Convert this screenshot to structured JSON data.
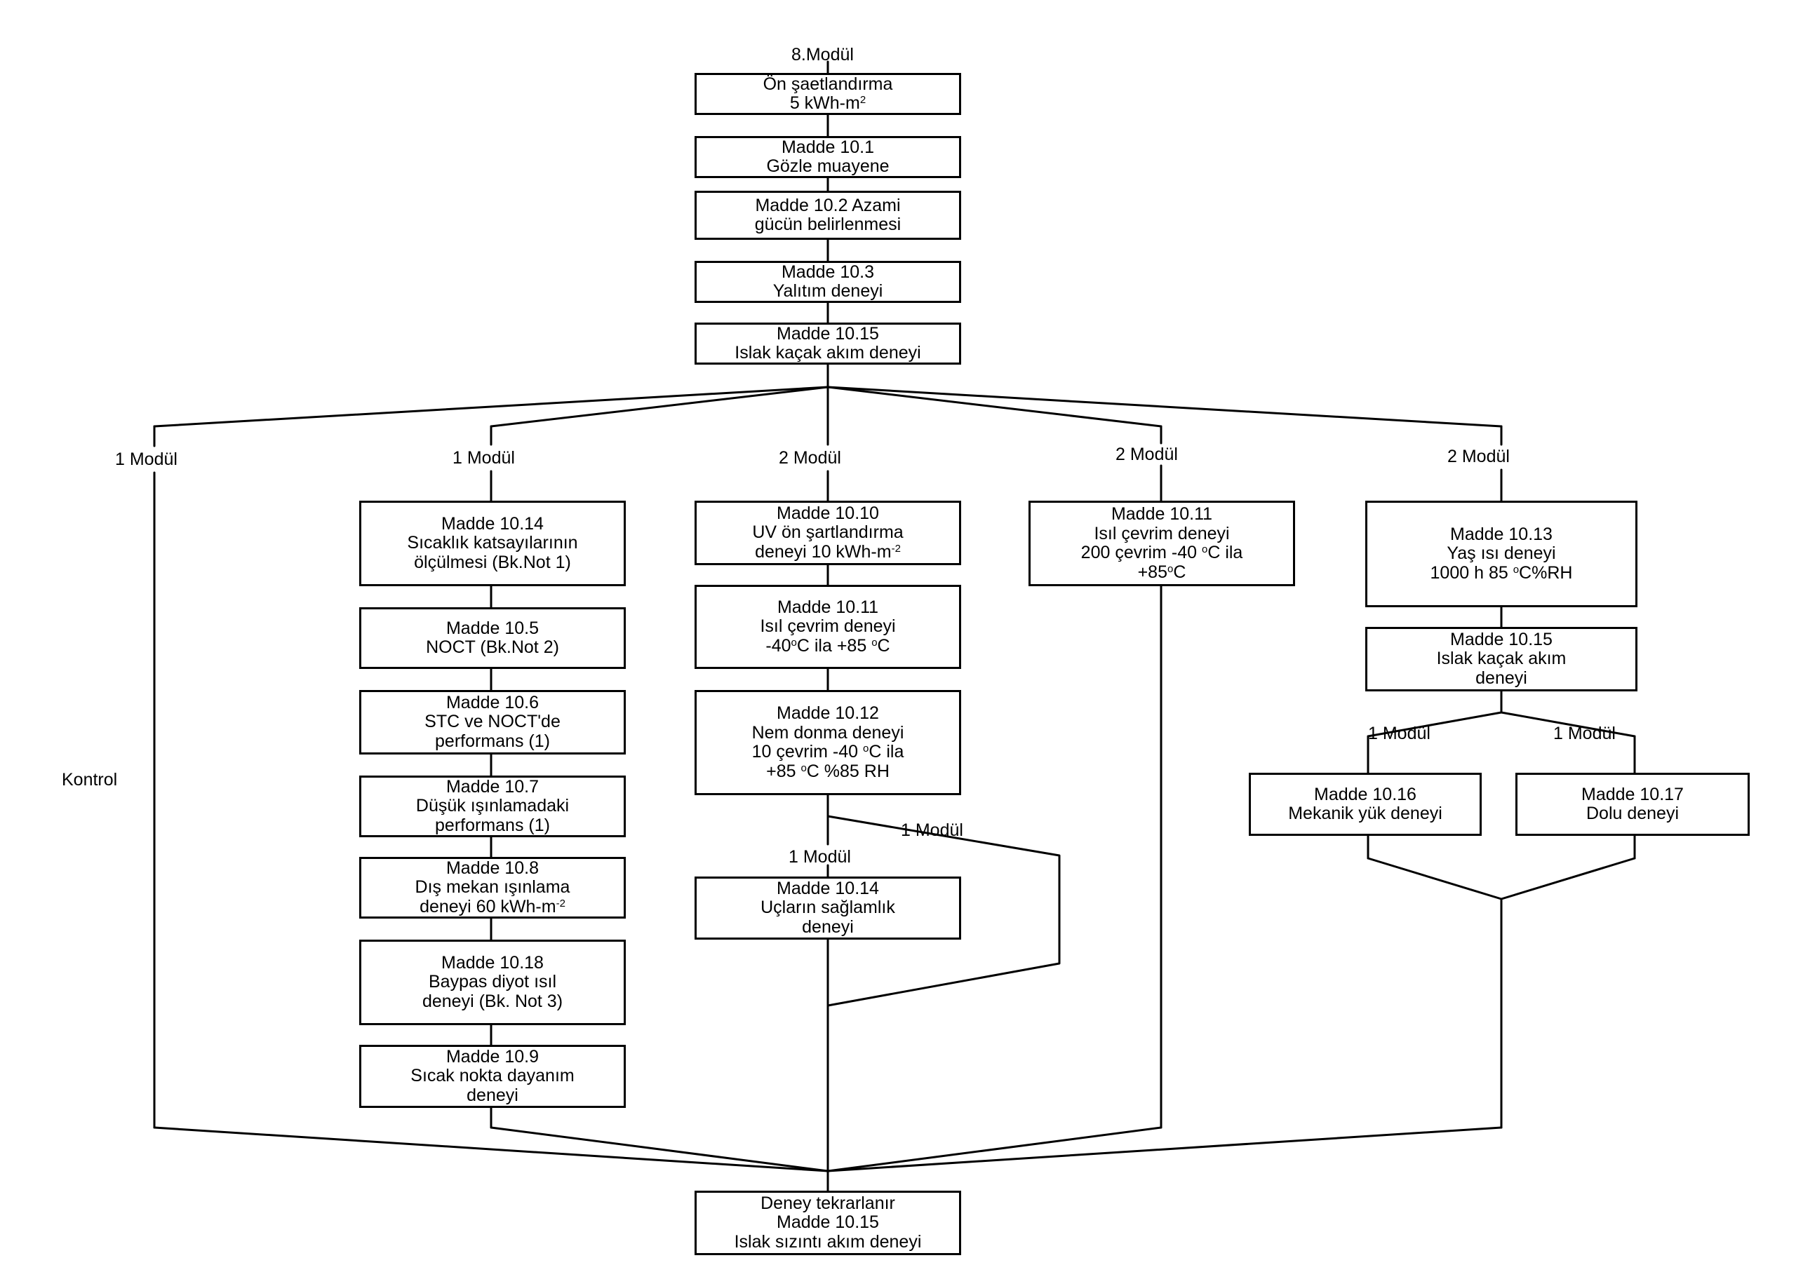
{
  "top_label": "8.Modül",
  "boxes": {
    "on_sartlandirma": {
      "l1": "Ön şaetlandırma",
      "l2": "5 kWh-m",
      "l2_sup": "2"
    },
    "m10_1": {
      "l1": "Madde 10.1",
      "l2": "Gözle muayene"
    },
    "m10_2": {
      "l1": "Madde 10.2 Azami",
      "l2": "gücün belirlenmesi"
    },
    "m10_3": {
      "l1": "Madde 10.3",
      "l2": "Yalıtım deneyi"
    },
    "m10_15_top": {
      "l1": "Madde 10.15",
      "l2": "Islak kaçak akım deneyi"
    },
    "m10_14a": {
      "l1": "Madde 10.14",
      "l2": "Sıcaklık katsayılarının",
      "l3": "ölçülmesi (Bk.Not 1)"
    },
    "m10_5": {
      "l1": "Madde 10.5",
      "l2": "NOCT (Bk.Not 2)"
    },
    "m10_6": {
      "l1": "Madde 10.6",
      "l2": "STC ve NOCT'de",
      "l3": "performans (1)"
    },
    "m10_7": {
      "l1": "Madde 10.7",
      "l2": "Düşük ışınlamadaki",
      "l3": "performans (1)"
    },
    "m10_8": {
      "l1": "Madde 10.8",
      "l2": "Dış mekan ışınlama",
      "l3": "deneyi 60 kWh-m",
      "l3_sup": "-2"
    },
    "m10_18": {
      "l1": "Madde 10.18",
      "l2": "Baypas diyot ısıl",
      "l3": "deneyi (Bk. Not 3)"
    },
    "m10_9": {
      "l1": "Madde 10.9",
      "l2": "Sıcak nokta dayanım",
      "l3": "deneyi"
    },
    "m10_10": {
      "l1": "Madde 10.10",
      "l2": "UV ön şartlandırma",
      "l3": "deneyi 10 kWh-m",
      "l3_sup": "-2"
    },
    "m10_11a": {
      "l1": "Madde 10.11",
      "l2": "Isıl çevrim deneyi",
      "l3a": "-40",
      "l3a_sup": "o",
      "l3b": "C ila +85 ",
      "l3b_sup": "o",
      "l3c": "C"
    },
    "m10_12": {
      "l1": "Madde 10.12",
      "l2": "Nem donma deneyi",
      "l3a": "10 çevrim -40 ",
      "l3a_sup": "o",
      "l3b": "C ila",
      "l4a": "+85 ",
      "l4a_sup": "o",
      "l4b": "C %85 RH"
    },
    "m10_14b": {
      "l1": "Madde 10.14",
      "l2": "Uçların sağlamlık",
      "l3": "deneyi"
    },
    "m10_11b": {
      "l1": "Madde 10.11",
      "l2": "Isıl çevrim deneyi",
      "l3a": "200 çevrim -40 ",
      "l3a_sup": "o",
      "l3b": "C ila",
      "l4a": "+85",
      "l4a_sup": "o",
      "l4b": "C"
    },
    "m10_13": {
      "l1": "Madde 10.13",
      "l2": "Yaş ısı deneyi",
      "l3a": "1000 h 85 ",
      "l3a_sup": "o",
      "l3b": "C%RH"
    },
    "m10_15_right": {
      "l1": "Madde 10.15",
      "l2": "Islak kaçak akım",
      "l3": "deneyi"
    },
    "m10_16": {
      "l1": "Madde 10.16",
      "l2": "Mekanik yük deneyi"
    },
    "m10_17": {
      "l1": "Madde 10.17",
      "l2": "Dolu deneyi"
    },
    "final": {
      "l1": "Deney tekrarlanır",
      "l2": "Madde 10.15",
      "l3": "Islak sızıntı akım deneyi"
    }
  },
  "branch_labels": {
    "b1": "1 Modül",
    "b2": "1 Modül",
    "b3": "2 Modül",
    "b4": "2 Modül",
    "b5": "2 Modül",
    "kontrol": "Kontrol",
    "mid_right": "1 Modül",
    "mid_down": "1 Modül",
    "r_left": "1 Modül",
    "r_right": "1 Modül"
  }
}
